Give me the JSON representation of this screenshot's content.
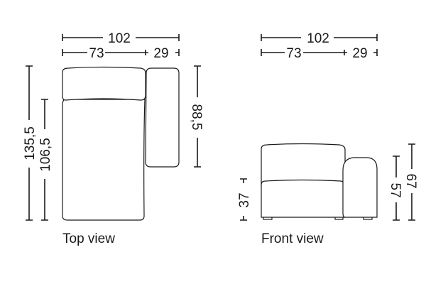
{
  "top_view": {
    "label": "Top view",
    "total_width": "102",
    "seat_width": "73",
    "arm_width": "29",
    "total_depth": "135,5",
    "seat_depth": "106,5",
    "arm_depth": "88,5"
  },
  "front_view": {
    "label": "Front view",
    "total_width": "102",
    "seat_width": "73",
    "arm_width": "29",
    "seat_height": "37",
    "arm_height": "57",
    "total_height": "67"
  }
}
